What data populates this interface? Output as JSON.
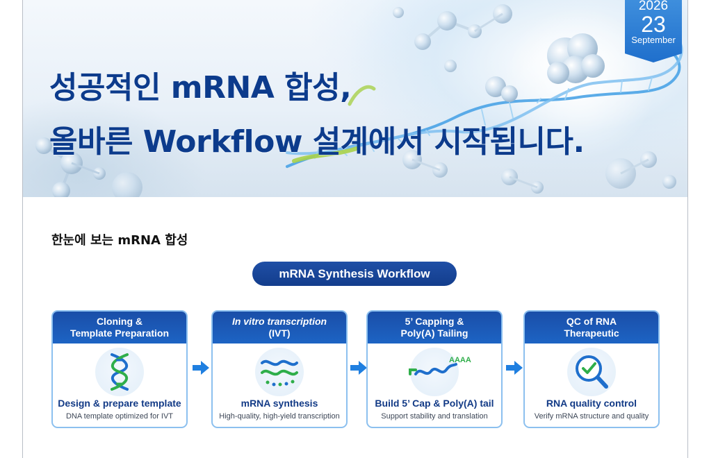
{
  "hero": {
    "title_line1": "성공적인 mRNA 합성,",
    "title_line2": "올바른 Workflow 설계에서 시작됩니다.",
    "date": {
      "year": "2026",
      "day": "23",
      "month": "September"
    }
  },
  "section": {
    "title": "한눈에 보는 mRNA 합성",
    "workflow_label": "mRNA Synthesis Workflow"
  },
  "steps": [
    {
      "header_line1": "Cloning &",
      "header_line2": "Template Preparation",
      "title": "Design & prepare template",
      "subtitle": "DNA template optimized for IVT",
      "icon": "dna-helix-icon"
    },
    {
      "header_line1": "In vitro transcription",
      "header_line2": "(IVT)",
      "title": "mRNA synthesis",
      "subtitle": "High-quality, high-yield transcription",
      "icon": "mrna-strands-icon"
    },
    {
      "header_line1": "5’ Capping &",
      "header_line2": "Poly(A) Tailing",
      "title": "Build 5’ Cap & Poly(A) tail",
      "subtitle": "Support stability and translation",
      "icon": "capped-mrna-icon",
      "icon_text": "AAAA"
    },
    {
      "header_line1": "QC of RNA",
      "header_line2": "Therapeutic",
      "title": "RNA quality control",
      "subtitle": "Verify mRNA structure and quality",
      "icon": "magnifier-check-icon"
    }
  ],
  "colors": {
    "title": "#0c3b8c",
    "header": "#1a4ea8",
    "accent_green": "#2fae4a",
    "accent_blue": "#1f6fcc",
    "card_border": "#8cc0ef"
  }
}
